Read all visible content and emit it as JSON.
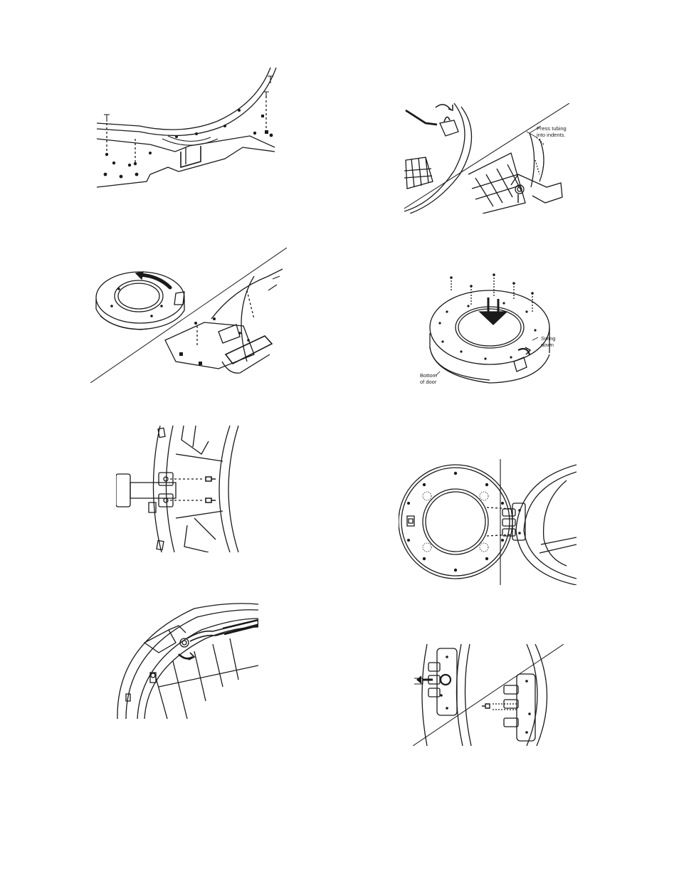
{
  "figures": {
    "top_right": {
      "callout": [
        "Press tubing",
        "into indents."
      ]
    },
    "mid_right": {
      "label_swing": [
        "Swing",
        "down"
      ],
      "label_bottom": [
        "Bottom",
        "of door"
      ]
    }
  },
  "colors": {
    "line": "#1a1a1a",
    "background": "#ffffff"
  }
}
